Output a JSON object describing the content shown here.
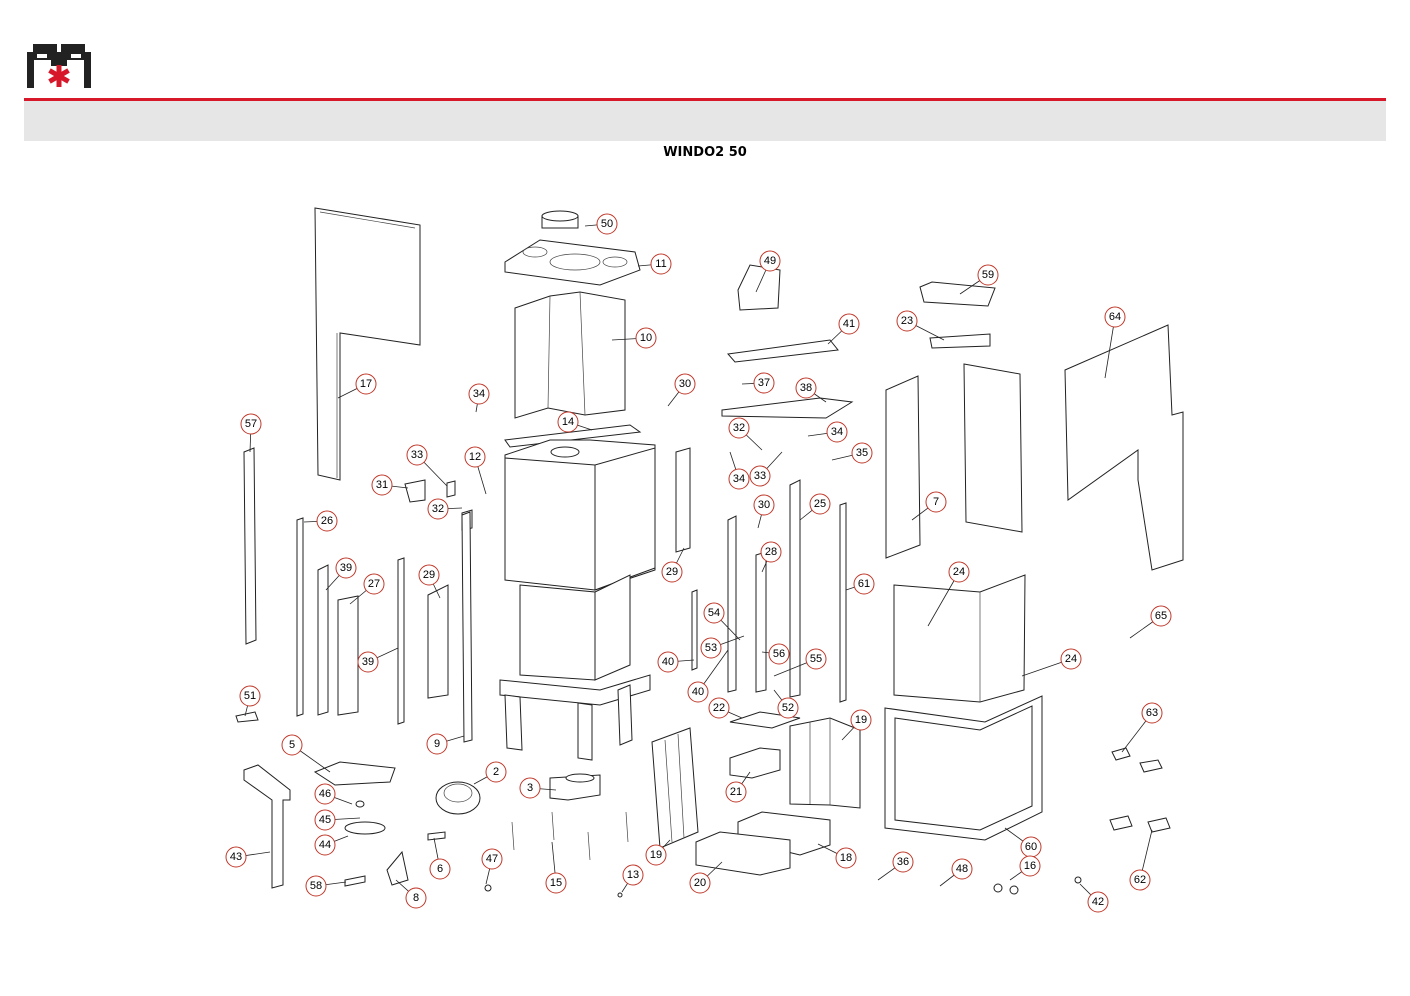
{
  "header": {
    "title": "WINDO2 50",
    "brand_color": "#d7182a",
    "logo_icon": "company-logo-icon"
  },
  "callouts": [
    {
      "label": "50"
    },
    {
      "label": "11"
    },
    {
      "label": "10"
    },
    {
      "label": "17"
    },
    {
      "label": "34"
    },
    {
      "label": "14"
    },
    {
      "label": "30"
    },
    {
      "label": "37"
    },
    {
      "label": "38"
    },
    {
      "label": "49"
    },
    {
      "label": "41"
    },
    {
      "label": "59"
    },
    {
      "label": "23"
    },
    {
      "label": "64"
    },
    {
      "label": "57"
    },
    {
      "label": "33"
    },
    {
      "label": "12"
    },
    {
      "label": "31"
    },
    {
      "label": "32"
    },
    {
      "label": "26"
    },
    {
      "label": "39"
    },
    {
      "label": "27"
    },
    {
      "label": "29"
    },
    {
      "label": "39"
    },
    {
      "label": "9"
    },
    {
      "label": "51"
    },
    {
      "label": "32"
    },
    {
      "label": "34"
    },
    {
      "label": "34"
    },
    {
      "label": "33"
    },
    {
      "label": "35"
    },
    {
      "label": "30"
    },
    {
      "label": "25"
    },
    {
      "label": "28"
    },
    {
      "label": "29"
    },
    {
      "label": "54"
    },
    {
      "label": "53"
    },
    {
      "label": "56"
    },
    {
      "label": "55"
    },
    {
      "label": "40"
    },
    {
      "label": "40"
    },
    {
      "label": "22"
    },
    {
      "label": "52"
    },
    {
      "label": "61"
    },
    {
      "label": "7"
    },
    {
      "label": "24"
    },
    {
      "label": "24"
    },
    {
      "label": "65"
    },
    {
      "label": "19"
    },
    {
      "label": "63"
    },
    {
      "label": "5"
    },
    {
      "label": "2"
    },
    {
      "label": "46"
    },
    {
      "label": "3"
    },
    {
      "label": "21"
    },
    {
      "label": "45"
    },
    {
      "label": "44"
    },
    {
      "label": "43"
    },
    {
      "label": "6"
    },
    {
      "label": "47"
    },
    {
      "label": "19"
    },
    {
      "label": "15"
    },
    {
      "label": "18"
    },
    {
      "label": "60"
    },
    {
      "label": "36"
    },
    {
      "label": "48"
    },
    {
      "label": "16"
    },
    {
      "label": "62"
    },
    {
      "label": "58"
    },
    {
      "label": "8"
    },
    {
      "label": "13"
    },
    {
      "label": "20"
    },
    {
      "label": "42"
    }
  ]
}
